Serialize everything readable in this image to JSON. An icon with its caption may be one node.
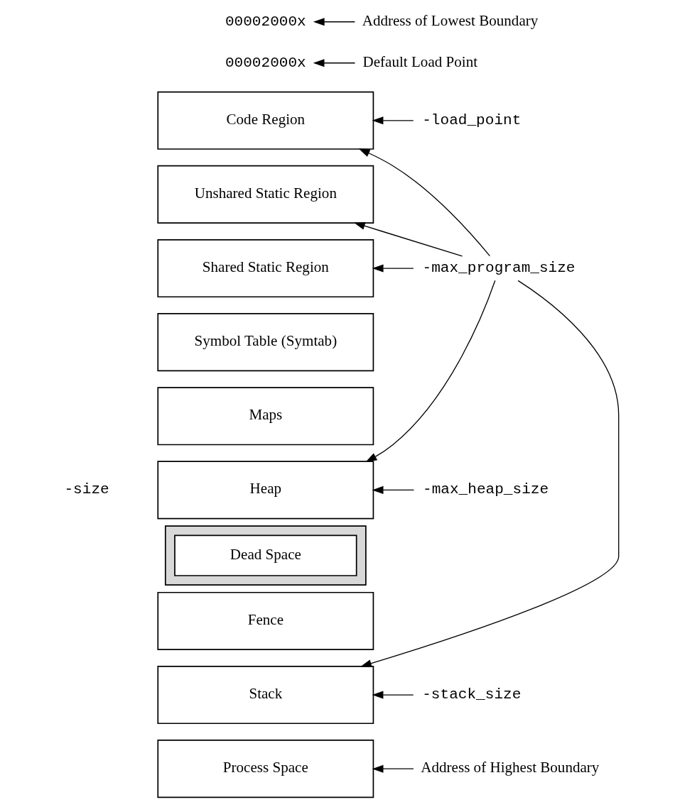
{
  "diagram": {
    "nodes": [
      {
        "text": [
          "00002000x"
        ]
      },
      {
        "text": [
          "Address of Lowest Boundary"
        ]
      },
      {
        "text": [
          "00002000x"
        ]
      },
      {
        "text": [
          "Default Load Point"
        ]
      },
      {
        "text": [
          "-load_point"
        ]
      },
      {
        "text": [
          "Code Region"
        ]
      },
      {
        "text": [
          "Unshared Static Region"
        ]
      },
      {
        "text": [
          "Shared Static Region"
        ]
      },
      {
        "text": [
          "-max_program_size"
        ]
      },
      {
        "text": [
          "Symbol Table (Symtab)"
        ]
      },
      {
        "text": [
          "Maps"
        ]
      },
      {
        "text": [
          "Heap"
        ]
      },
      {
        "text": [
          "-max_heap_size"
        ]
      },
      {
        "text": [],
        "shape": "box"
      },
      {
        "text": [
          "Dead Space"
        ],
        "in": 13
      },
      {
        "text": [
          "Fence"
        ]
      },
      {
        "text": [
          "Stack"
        ]
      },
      {
        "text": [
          "-stack_size"
        ]
      },
      {
        "text": [
          "Address of Highest Boundary"
        ]
      },
      {
        "text": [
          "Process Space"
        ]
      }
    ],
    "edges": [
      {
        "from": 1,
        "to": 0,
        "arrow": "to"
      },
      {
        "from": 3,
        "to": 2,
        "arrow": "to"
      },
      {
        "from": 4,
        "to": 5,
        "arrow": "to"
      },
      {
        "from": 8,
        "to": 5,
        "arrow": "to"
      },
      {
        "from": 8,
        "to": 6,
        "arrow": "to"
      },
      {
        "from": 8,
        "to": 7,
        "arrow": "to"
      },
      {
        "from": 8,
        "to": 11,
        "arrow": "to"
      },
      {
        "from": 8,
        "to": 16,
        "arrow": "to"
      },
      {
        "from": 12,
        "to": 11,
        "arrow": "to"
      },
      {
        "from": 17,
        "to": 16,
        "arrow": "to"
      },
      {
        "from": 18,
        "to": 19,
        "arrow": "to"
      }
    ],
    "labels": [
      "-size"
    ]
  }
}
